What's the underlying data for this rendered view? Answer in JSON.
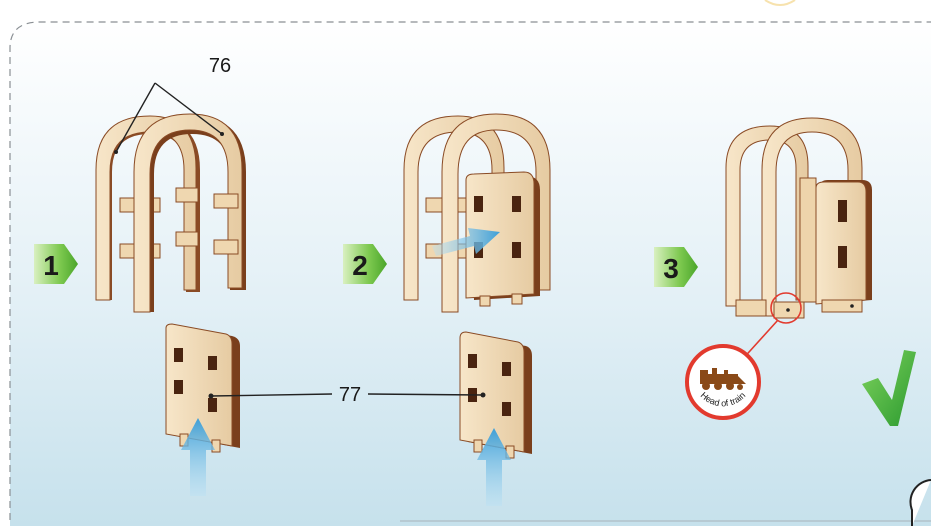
{
  "labels": {
    "part_76": "76",
    "part_77": "77",
    "badge": "Head of train"
  },
  "steps": [
    {
      "number": "1"
    },
    {
      "number": "2"
    },
    {
      "number": "3"
    }
  ],
  "colors": {
    "panel_top": "#ffffff",
    "panel_bottom": "#c9e4ef",
    "step_arrow": "#5dbb3c",
    "step_arrow_light": "#a8dc7c",
    "wood_face": "#f1dcbc",
    "wood_edge": "#8a4b25",
    "wood_dark": "#5c2e14",
    "blue_arrow": "#4aa6da",
    "badge_red": "#e23a2e",
    "check_green": "#3bb33c",
    "locomotive": "#8a4a18"
  },
  "icons": [
    "step-arrow-icon",
    "blue-arrow-icon",
    "locomotive-icon",
    "checkmark-icon"
  ]
}
